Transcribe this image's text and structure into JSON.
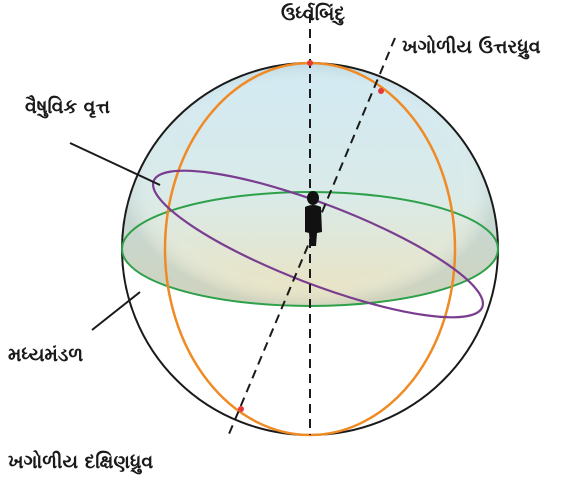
{
  "labels": {
    "zenith": "ઉર્ધ્વબિંદુ",
    "celestial_north_pole": "ખગોળીય ઉત્તરધ્રુવ",
    "celestial_equator": "વૈષુવિક વૃત્ત",
    "horizon": "મધ્યમંડળ",
    "celestial_south_pole": "ખગોળીય દક્ષિણધ્રુવ"
  },
  "colors": {
    "sphere_outline": "#1a1a1a",
    "meridian": "#f08a24",
    "celestial_equator": "#7a3d8f",
    "horizon": "#2ea04a",
    "pole_marker": "#e53935",
    "sphere_fill_top": "#c9e6f2",
    "sphere_fill_bottom": "#e7ddb3"
  },
  "icons": {
    "observer": "person-silhouette-icon"
  }
}
